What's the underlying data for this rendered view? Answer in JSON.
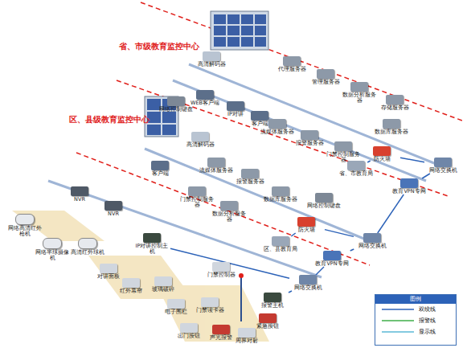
{
  "diagram": {
    "nodes": [
      {
        "text": [
          "高清解码器"
        ]
      },
      {
        "text": [
          "网络控制键盘"
        ]
      },
      {
        "text": [
          "WEB客户端"
        ]
      },
      {
        "text": [
          "IP对讲"
        ]
      },
      {
        "text": [
          "客户端"
        ]
      },
      {
        "text": [
          "代理服务器"
        ]
      },
      {
        "text": [
          "管理服务器"
        ]
      },
      {
        "text": [
          "数据分析服务器"
        ]
      },
      {
        "text": [
          "存储服务器"
        ]
      },
      {
        "text": [
          "流媒体服务器"
        ]
      },
      {
        "text": [
          "报警服务器"
        ]
      },
      {
        "text": [
          "门禁控制服务器"
        ]
      },
      {
        "text": [
          "数据库服务器"
        ]
      },
      {
        "text": [
          "防火墙"
        ]
      },
      {
        "text": [
          "省、市教育局"
        ]
      },
      {
        "text": [
          "网络交换机"
        ]
      },
      {
        "text": [
          "教育VPN专网"
        ]
      },
      {
        "text": [
          "高清解码器"
        ]
      },
      {
        "text": [
          "客户端"
        ]
      },
      {
        "text": [
          "流媒体服务器"
        ]
      },
      {
        "text": [
          "报警服务器"
        ]
      },
      {
        "text": [
          "门禁控制服务器"
        ]
      },
      {
        "text": [
          "数据分析服务器"
        ]
      },
      {
        "text": [
          "数据库服务器"
        ]
      },
      {
        "text": [
          "网络控制键盘"
        ]
      },
      {
        "text": [
          "防火墙"
        ]
      },
      {
        "text": [
          "区、县教育局"
        ]
      },
      {
        "text": [
          "网络交换机"
        ]
      },
      {
        "text": [
          "教育VPN专网"
        ]
      },
      {
        "text": [
          "NVR"
        ]
      },
      {
        "text": [
          "NVR"
        ]
      },
      {
        "text": [
          "IP对讲控制主机"
        ]
      },
      {
        "text": [
          "网络交换机"
        ]
      },
      {
        "text": [
          "网络高清红外枪机"
        ]
      },
      {
        "text": [
          "网络半球摄像机"
        ]
      },
      {
        "text": [
          "高清红外球机"
        ]
      },
      {
        "text": [
          "对讲面板"
        ]
      },
      {
        "text": [
          "红外幕帘"
        ]
      },
      {
        "text": [
          "玻璃破碎"
        ]
      },
      {
        "text": [
          "电子围栏"
        ]
      },
      {
        "text": [
          "出门按钮"
        ]
      },
      {
        "text": [
          "门禁读卡器"
        ]
      },
      {
        "text": [
          "门禁控制器"
        ]
      },
      {
        "text": [
          "报警主机"
        ]
      },
      {
        "text": [
          "声光报警"
        ]
      },
      {
        "text": [
          "周界对射"
        ]
      },
      {
        "text": [
          "紧急按钮"
        ]
      }
    ],
    "edges": [
      {
        "from": 14,
        "to": 13,
        "arrow": "none"
      },
      {
        "from": 13,
        "to": 15,
        "arrow": "none"
      },
      {
        "from": 15,
        "to": 16,
        "arrow": "none"
      },
      {
        "from": 16,
        "to": 27,
        "arrow": "none"
      },
      {
        "from": 26,
        "to": 25,
        "arrow": "none"
      },
      {
        "from": 25,
        "to": 27,
        "arrow": "none"
      },
      {
        "from": 27,
        "to": 28,
        "arrow": "none"
      },
      {
        "from": 28,
        "to": 32,
        "arrow": "none"
      },
      {
        "from": 31,
        "to": 32,
        "arrow": "none"
      },
      {
        "from": 43,
        "to": 32,
        "arrow": "none"
      }
    ],
    "labels": [
      "省、市级教育监控中心",
      "区、县级教育监控中心",
      "图例"
    ],
    "legend": [
      {
        "text": "双绞线"
      },
      {
        "text": "报警线"
      },
      {
        "text": "显示线"
      }
    ]
  }
}
